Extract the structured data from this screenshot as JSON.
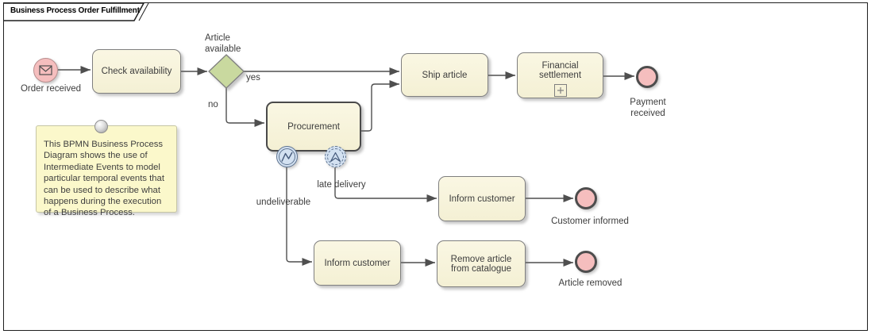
{
  "frame": {
    "title": "Business Process Order Fulfillment"
  },
  "events": {
    "order_received": {
      "label": "Order received",
      "type": "start-message",
      "icon": "envelope-icon"
    },
    "payment_received": {
      "label": "Payment received",
      "type": "end"
    },
    "customer_informed": {
      "label": "Customer informed",
      "type": "end"
    },
    "article_removed": {
      "label": "Article removed",
      "type": "end"
    }
  },
  "tasks": {
    "check_availability": {
      "label": "Check availability"
    },
    "procurement": {
      "label": "Procurement"
    },
    "ship_article": {
      "label": "Ship article"
    },
    "financial_settlement": {
      "label": "Financial settlement",
      "marker_icon": "collapsed-subprocess-plus-icon"
    },
    "inform_customer_late": {
      "label": "Inform customer"
    },
    "inform_customer_undeliverable": {
      "label": "Inform customer"
    },
    "remove_article": {
      "label": "Remove article from catalogue"
    }
  },
  "gateways": {
    "article_available": {
      "label": "Article available"
    }
  },
  "boundary_events": {
    "error": {
      "icon": "error-zigzag-icon"
    },
    "escalation": {
      "icon": "escalation-arrow-icon"
    }
  },
  "flow_labels": {
    "yes": "yes",
    "no": "no",
    "late_delivery": "late delivery",
    "undeliverable": "undeliverable"
  },
  "note": {
    "text": "This BPMN Business Process Diagram shows the use of Intermediate Events to model particular temporal events that can be used to describe what happens during the execution of a Business Process.",
    "icon": "note-pin-icon"
  },
  "colors": {
    "task_fill": "#F7F3D9",
    "task_border": "#7F7F7F",
    "highlight_border": "#4A4A4A",
    "gateway_fill": "#C9D99F",
    "event_fill": "#F5BEBE",
    "start_event_border": "#B98E8E",
    "end_event_border": "#4D4D4D",
    "boundary_fill": "#D3E1F1",
    "boundary_border": "#5D7391",
    "note_fill": "#FBF8CB",
    "connector": "#4F4F4F",
    "frame_border": "#1F1F1F"
  }
}
